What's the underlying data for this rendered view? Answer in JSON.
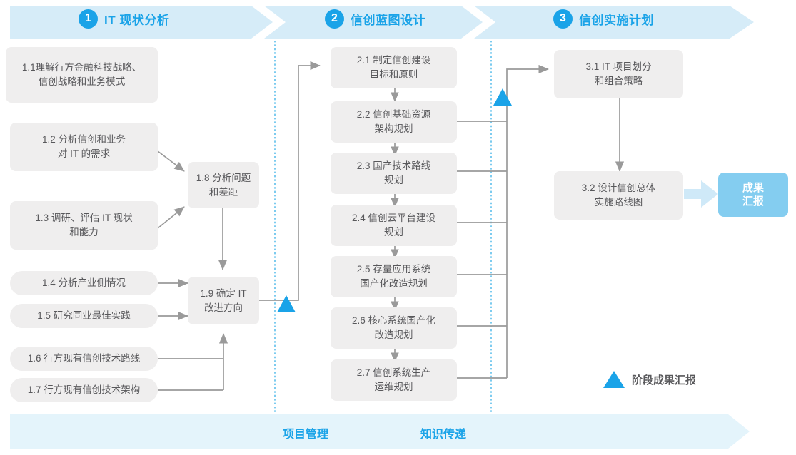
{
  "phases": [
    {
      "num": "1",
      "title": "IT 现状分析"
    },
    {
      "num": "2",
      "title": "信创蓝图设计"
    },
    {
      "num": "3",
      "title": "信创实施计划"
    }
  ],
  "phase1_tasks": [
    {
      "id": "1.1",
      "text": "1.1理解行方金融科技战略、\n信创战略和业务模式"
    },
    {
      "id": "1.2",
      "text": "1.2 分析信创和业务\n对 IT 的需求"
    },
    {
      "id": "1.3",
      "text": "1.3 调研、评估 IT 现状\n和能力"
    },
    {
      "id": "1.4",
      "text": "1.4 分析产业侧情况"
    },
    {
      "id": "1.5",
      "text": "1.5 研究同业最佳实践"
    },
    {
      "id": "1.6",
      "text": "1.6 行方现有信创技术路线"
    },
    {
      "id": "1.7",
      "text": "1.7 行方现有信创技术架构"
    },
    {
      "id": "1.8",
      "text": "1.8 分析问题\n和差距"
    },
    {
      "id": "1.9",
      "text": "1.9 确定 IT\n改进方向"
    }
  ],
  "phase2_tasks": [
    {
      "id": "2.1",
      "text": "2.1 制定信创建设\n目标和原则"
    },
    {
      "id": "2.2",
      "text": "2.2 信创基础资源\n架构规划"
    },
    {
      "id": "2.3",
      "text": "2.3 国产技术路线\n规划"
    },
    {
      "id": "2.4",
      "text": "2.4 信创云平台建设\n规划"
    },
    {
      "id": "2.5",
      "text": "2.5 存量应用系统\n国产化改造规划"
    },
    {
      "id": "2.6",
      "text": "2.6 核心系统国产化\n改造规划"
    },
    {
      "id": "2.7",
      "text": "2.7 信创系统生产\n运维规划"
    }
  ],
  "phase3_tasks": [
    {
      "id": "3.1",
      "text": "3.1 IT 项目划分\n和组合策略"
    },
    {
      "id": "3.2",
      "text": "3.2 设计信创总体\n实施路线图"
    }
  ],
  "result_badge": {
    "text": "成果\n汇报"
  },
  "legend": {
    "label": "阶段成果汇报",
    "marker": "milestone-triangle-icon"
  },
  "lanes": [
    {
      "label": "项目管理"
    },
    {
      "label": "知识传递"
    }
  ],
  "colors": {
    "accent": "#1aa3e8",
    "banner_top": "#d6ecf8",
    "banner_bottom": "#e4f4fb",
    "box_fill": "#efeeee",
    "box_text": "#58585b",
    "connector": "#9a9a9a",
    "badge_fill": "#84cdf0",
    "badge_arrow": "#cfe9f8",
    "divider_dotted": "#3fb3e8"
  }
}
